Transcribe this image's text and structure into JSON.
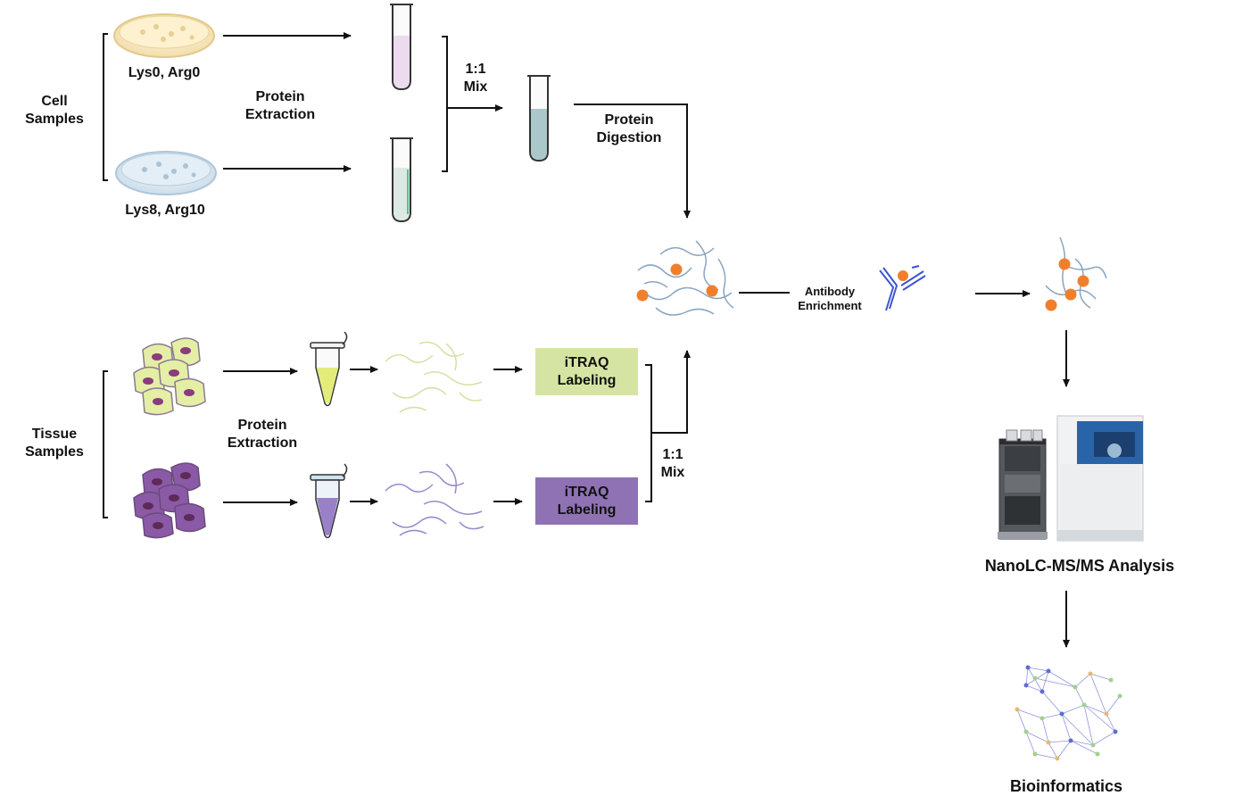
{
  "labels": {
    "cell_samples": "Cell\nSamples",
    "lys0_arg0": "Lys0, Arg0",
    "lys8_arg10": "Lys8, Arg10",
    "protein_extraction_top": "Protein\nExtraction",
    "mix_top": "1:1\nMix",
    "protein_digestion": "Protein\nDigestion",
    "antibody_enrichment": "Antibody\nEnrichment",
    "tissue_samples": "Tissue\nSamples",
    "protein_extraction_bottom": "Protein\nExtraction",
    "itraq_top": "iTRAQ\nLabeling",
    "itraq_bottom": "iTRAQ\nLabeling",
    "mix_bottom": "1:1\nMix",
    "nanolc": "NanoLC-MS/MS Analysis",
    "bioinformatics": "Bioinformatics"
  },
  "colors": {
    "itraq_top_fill": "#d6e4a3",
    "itraq_bottom_fill": "#8f72b3",
    "phospho_dot": "#f07f2c",
    "peptide_line": "#8aa4c0",
    "antibody": "#3a55d0",
    "light_cell": "#e4eea5",
    "heavy_cell": "#8a5aa6"
  },
  "icons": [
    "petri-dish-icon",
    "test-tube-icon",
    "microtube-icon",
    "cell-cluster-icon",
    "peptide-strands-icon",
    "phosphopeptide-icon",
    "antibody-icon",
    "lc-ms-instrument-icon",
    "network-graph-icon"
  ]
}
